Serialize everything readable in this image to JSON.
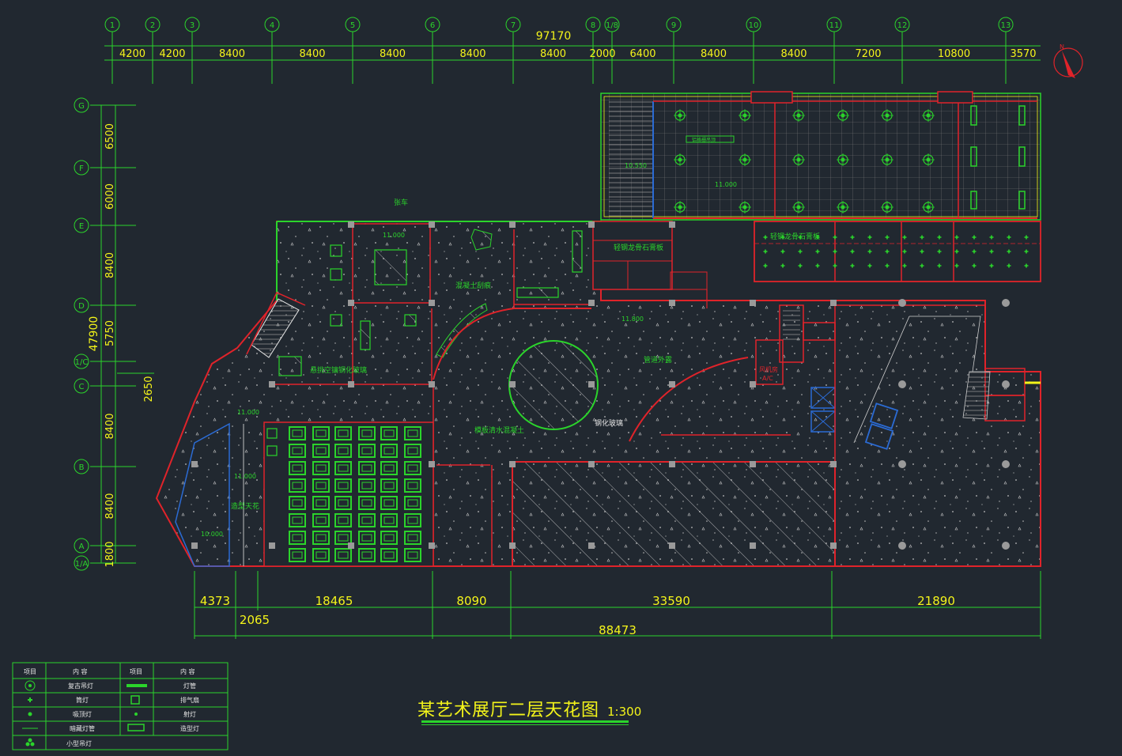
{
  "title": "某艺术展厅二层天花图",
  "scale": "1:300",
  "top_axes": [
    "1",
    "2",
    "3",
    "4",
    "5",
    "6",
    "7",
    "8",
    "1/8",
    "9",
    "10",
    "11",
    "12",
    "13"
  ],
  "top_dims": [
    "4200",
    "4200",
    "8400",
    "8400",
    "8400",
    "8400",
    "8400",
    "2000",
    "6400",
    "8400",
    "8400",
    "7200",
    "10800",
    "3570"
  ],
  "top_total": "97170",
  "left_axes": [
    "G",
    "F",
    "E",
    "D",
    "1/C",
    "C",
    "B",
    "A",
    "1/A"
  ],
  "left_dims": [
    "6500",
    "6000",
    "8400",
    "5750",
    "8400",
    "8400",
    "1800"
  ],
  "left_total": "47900",
  "left_extra": "2650",
  "bottom_dims": [
    "4373",
    "18465",
    "8090",
    "33590",
    "21890"
  ],
  "bottom_sub": "2065",
  "bottom_total": "88473",
  "labels": {
    "parking": "张车",
    "elev_1": "11.000",
    "elev_2": "10.550",
    "elev_3": "11.000",
    "elev_4": "11.800",
    "elev_5": "11.000",
    "elev_6": "11.000",
    "elev_7": "10.000",
    "concrete_gallery": "混凝土刮痕",
    "glass_corridor": "悬挑空镶钢化玻璃",
    "pipe_outer": "管道外露",
    "steel_glass": "钢化玻璃",
    "wood_concrete": "模板清水混凝土",
    "gypsum_1": "轻钢龙骨石膏板",
    "gypsum_2": "轻钢龙骨石膏板",
    "shaped_ceiling": "造型天花",
    "fan_room": "风机房",
    "ac": "A/C",
    "grid_note": "铝格栅吊顶"
  },
  "legend": {
    "headers": [
      "项目",
      "内 容",
      "项目",
      "内 容"
    ],
    "left_items": [
      "复古吊灯",
      "筒灯",
      "吸顶灯",
      "暗藏灯管",
      "小型吊灯"
    ],
    "right_items": [
      "灯管",
      "排气扇",
      "射灯",
      "造型灯"
    ]
  },
  "colors": {
    "background": "#212830",
    "green": "#2bd42b",
    "red": "#e0232a",
    "yellow": "#f4f41a",
    "white": "#e6e6e6",
    "gray": "#8d8d8d"
  }
}
